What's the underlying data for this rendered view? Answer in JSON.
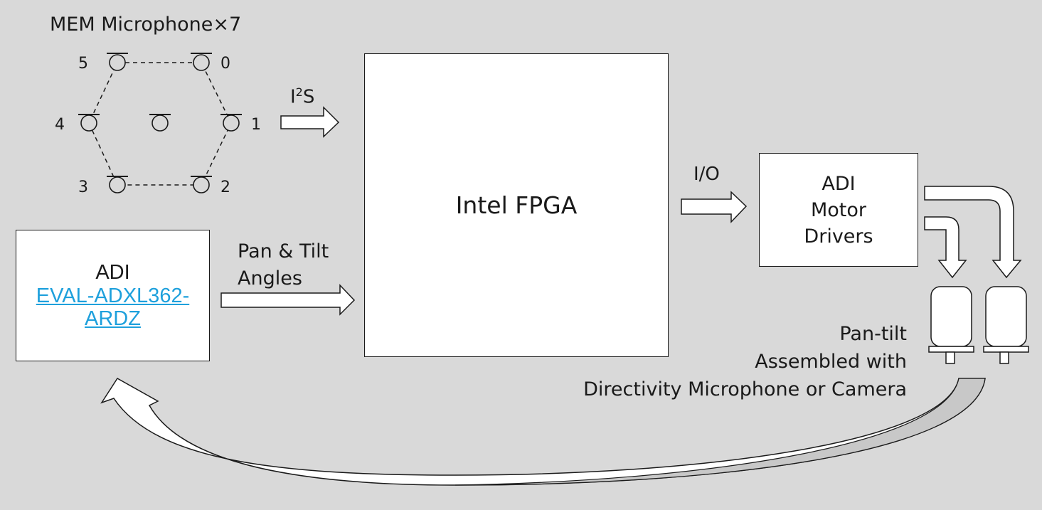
{
  "mic_array": {
    "title": "MEM Microphone×7",
    "labels": [
      "0",
      "1",
      "2",
      "3",
      "4",
      "5"
    ]
  },
  "links": {
    "i2s": {
      "main": "I",
      "sup": "2",
      "tail": "S"
    },
    "io": "I/O",
    "pan_tilt_angles": [
      "Pan & Tilt",
      "Angles"
    ]
  },
  "fpga": {
    "label": "Intel FPGA"
  },
  "sensor": {
    "brand": "ADI",
    "part_line1": "EVAL-ADXL362-",
    "part_line2": "ARDZ"
  },
  "motor": {
    "lines": [
      "ADI",
      "Motor",
      "Drivers"
    ]
  },
  "assembly": {
    "lines": [
      "Pan-tilt",
      "Assembled with",
      "Directivity Microphone or Camera"
    ]
  },
  "colors": {
    "background": "#d9d9d9",
    "box": "#ffffff",
    "stroke": "#1a1a1a",
    "link": "#1ea0dc",
    "return_arrow_fill": "#c8c8c8"
  }
}
